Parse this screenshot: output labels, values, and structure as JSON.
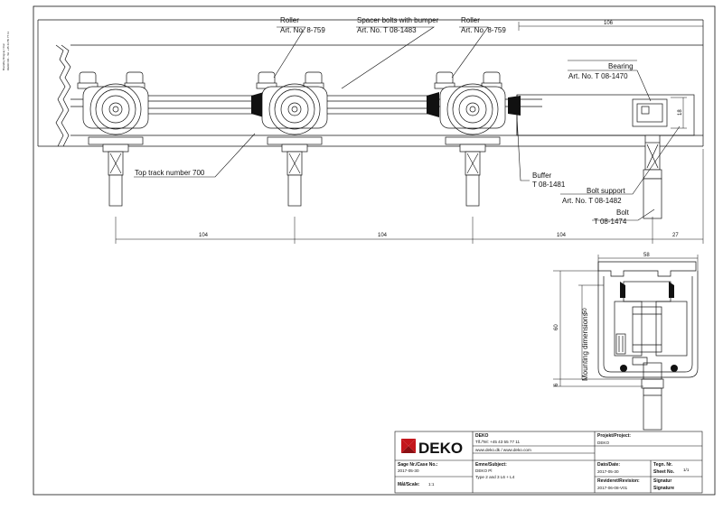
{
  "labels": {
    "roller_left": "Roller",
    "roller_left_art": "Art. No. 8-759",
    "spacer": "Spacer bolts with bumper",
    "spacer_art": "Art. No. T 08-1483",
    "roller_right": "Roller",
    "roller_right_art": "Art. No. 8-759",
    "bearing": "Bearing",
    "bearing_art": "Art. No. T 08-1470",
    "top_track": "Top track number 700",
    "buffer": "Buffer",
    "buffer_art": "T 08-1481",
    "bolt_support": "Bolt support",
    "bolt_support_art": "Art. No. T 08-1482",
    "bolt": "Bolt",
    "bolt_art": "T 08-1474",
    "mounting": "Mounting dimensions"
  },
  "dimensions": {
    "top_width": "106",
    "bearing_h": "18",
    "pitch_1": "104",
    "pitch_2": "104",
    "pitch_3": "104",
    "end": "27",
    "profile_width": "58",
    "profile_height": "60",
    "mount_height": "50",
    "base": "6"
  },
  "side_notes": [
    "Brøndby Ringvej / Doc",
    "DEKO DK - Tel. +45 43 55 77 11"
  ],
  "title_block": {
    "logo": "DEKO",
    "company_name": "DEKO",
    "company_tel": "Tlf./Tel: +45 43 55 77 11",
    "company_web": "www.deko.dk / www.deko.com",
    "project_label": "Projekt/Project:",
    "project_value": "DEKO",
    "case_label": "Sage Nr./Case No.:",
    "case_value": "2017-05-30",
    "subject_label": "Emne/Subject:",
    "subject_value": "DEKO Pl",
    "subject_value2": "Type 2 and 3 L6 + L4",
    "date_label": "Dato/Date:",
    "date_value": "2017-05-30",
    "drawing_label": "Tegn. Nr.",
    "sheet_label": "Sheet No.",
    "sheet_value": "1/1",
    "scale_label": "Mål/Scale:",
    "scale_value": "1:1",
    "revision_label": "Revideret/Revision:",
    "revision_value": "2017-06-08-V01",
    "signature_label": "Signatur",
    "signature_label2": "Signature"
  },
  "colors": {
    "line": "#111111",
    "logo_red": "#c4161c"
  }
}
